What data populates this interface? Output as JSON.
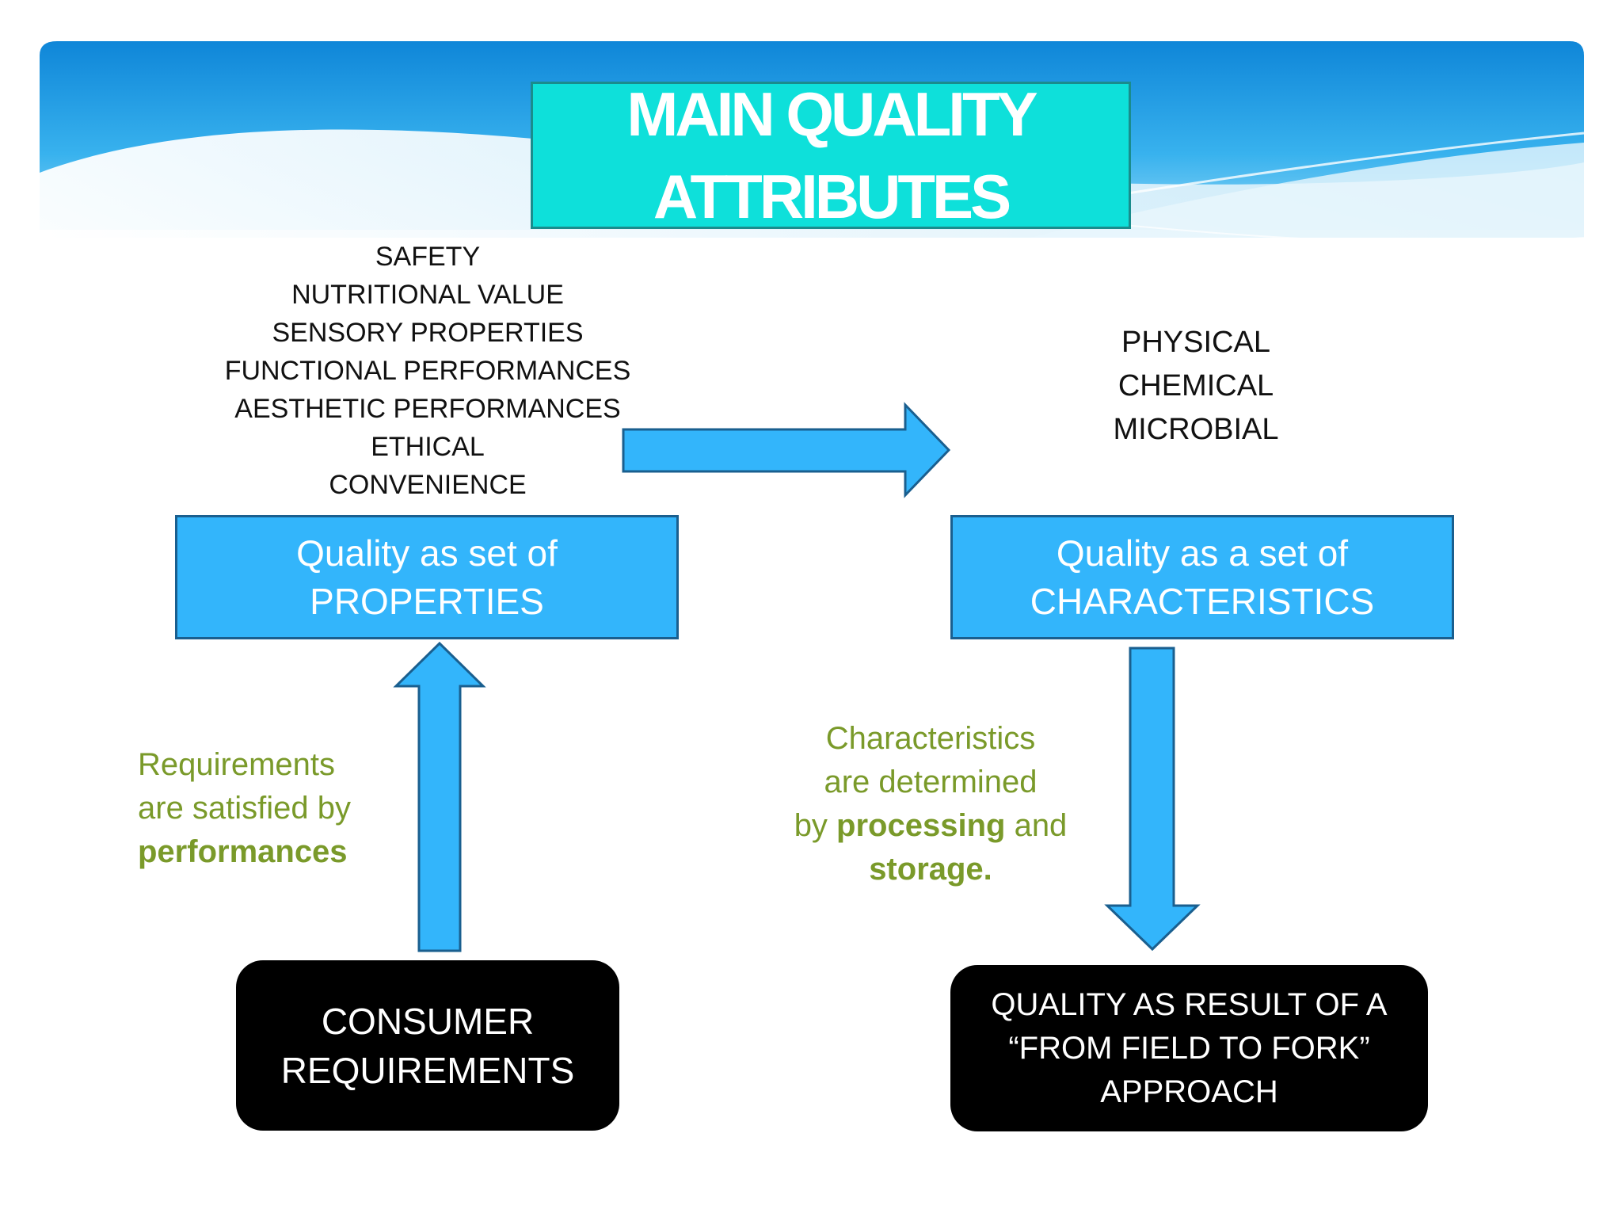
{
  "title": {
    "line1": "MAIN QUALITY",
    "line2": "ATTRIBUTES"
  },
  "properties_list": [
    "SAFETY",
    "NUTRITIONAL VALUE",
    "SENSORY PROPERTIES",
    "FUNCTIONAL PERFORMANCES",
    "AESTHETIC PERFORMANCES",
    "ETHICAL",
    "CONVENIENCE"
  ],
  "characteristics_list": [
    "PHYSICAL",
    "CHEMICAL",
    "MICROBIAL"
  ],
  "box_properties": {
    "line1": "Quality as set of",
    "line2": "PROPERTIES"
  },
  "box_characteristics": {
    "line1": "Quality as a set of",
    "line2": "CHARACTERISTICS"
  },
  "box_consumer": {
    "line1": "CONSUMER",
    "line2": "REQUIREMENTS"
  },
  "box_result": {
    "line1": "QUALITY AS RESULT OF A",
    "line2": "“FROM FIELD TO FORK”",
    "line3": "APPROACH"
  },
  "note_requirements": {
    "line1": "Requirements",
    "line2": "are satisfied by",
    "line3_bold": "performances"
  },
  "note_characteristics": {
    "line1": "Characteristics",
    "line2": "are determined",
    "line3_pre": "by ",
    "line3_bold": "processing",
    "line3_post": " and",
    "line4_bold": "storage."
  },
  "colors": {
    "header_blue": "#1e9be6",
    "title_box": "#0ee0da",
    "blue_box": "#33b5fb",
    "arrow": "#33b5fb",
    "green_text": "#7a9a2a",
    "black_box": "#000000"
  }
}
